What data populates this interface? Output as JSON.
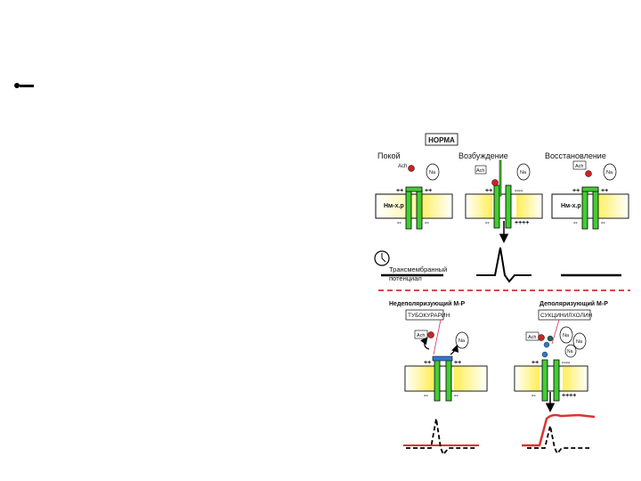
{
  "norma": "НОРМА",
  "phases": {
    "rest": "Покой",
    "excitation": "Возбуждение",
    "recovery": "Восстановление"
  },
  "receptor": "Нм-х.р",
  "ach": "Ach",
  "na": "Na",
  "potential": {
    "line1": "Трансмембранный",
    "line2": "потенциал"
  },
  "nondepol": {
    "title": "Недеполяризующий  М-Р",
    "drug": "ТУБОКУРАРИН"
  },
  "depol": {
    "title": "Деполяризующий  М-Р",
    "drug": "СУКЦИНИЛХОЛИН"
  },
  "charges": {
    "plus2": "++",
    "minus2": "--",
    "minus4": "----",
    "plus4": "++++"
  },
  "colors": {
    "channel": "#44cc33",
    "membrane_yellow": "#ffee55",
    "ach": "#cc2222",
    "divider": "#cc3333",
    "trace_red": "#dd3333"
  }
}
